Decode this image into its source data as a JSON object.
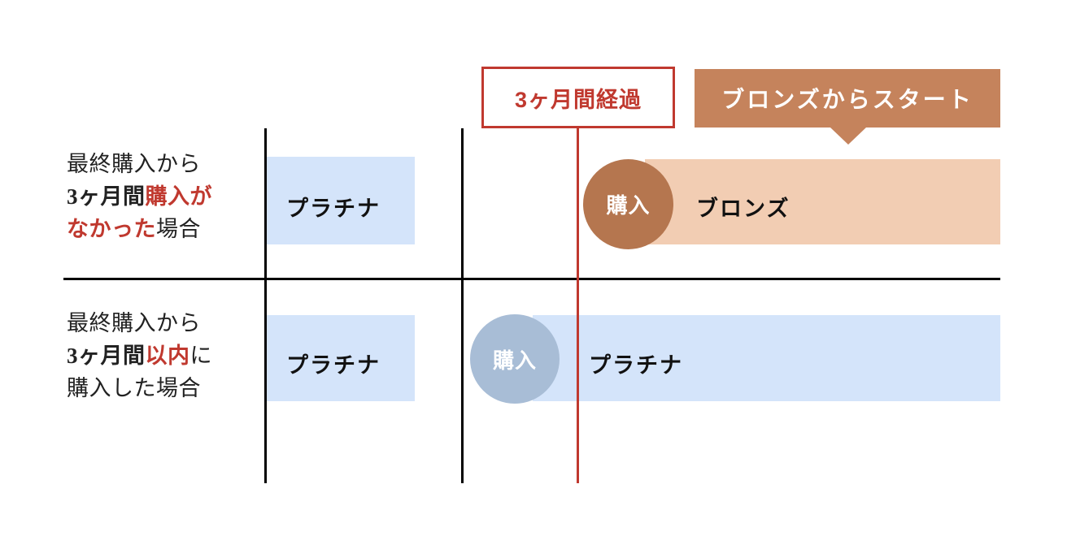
{
  "diagram": {
    "title_elapsed": "3ヶ月間経過",
    "callout_start": "ブロンズからスタート"
  },
  "colors": {
    "red": "#c0392f",
    "brown": "#c5835c",
    "bronze_bar": "#f2cdb3",
    "platinum_bar": "#d4e4fa",
    "circle_blue": "#a8bdd6",
    "line_black": "#000000",
    "text_dark": "#222222",
    "white": "#ffffff"
  },
  "rows": [
    {
      "label_lines": [
        {
          "text": "最終購入から",
          "style": "normal"
        },
        {
          "parts": [
            {
              "text": "3ヶ月間",
              "style": "bold"
            },
            {
              "text": "購入が",
              "style": "highlight"
            }
          ]
        },
        {
          "parts": [
            {
              "text": "なかった",
              "style": "highlight"
            },
            {
              "text": "場合",
              "style": "normal"
            }
          ]
        }
      ],
      "before_bar_label": "プラチナ",
      "purchase_circle_label": "購入",
      "after_bar_label": "ブロンズ"
    },
    {
      "label_lines": [
        {
          "text": "最終購入から",
          "style": "normal"
        },
        {
          "parts": [
            {
              "text": "3ヶ月間",
              "style": "bold"
            },
            {
              "text": "以内",
              "style": "highlight"
            },
            {
              "text": "に",
              "style": "normal"
            }
          ]
        },
        {
          "text": "購入した場合",
          "style": "normal"
        }
      ],
      "before_bar_label": "プラチナ",
      "purchase_circle_label": "購入",
      "after_bar_label": "プラチナ"
    }
  ]
}
